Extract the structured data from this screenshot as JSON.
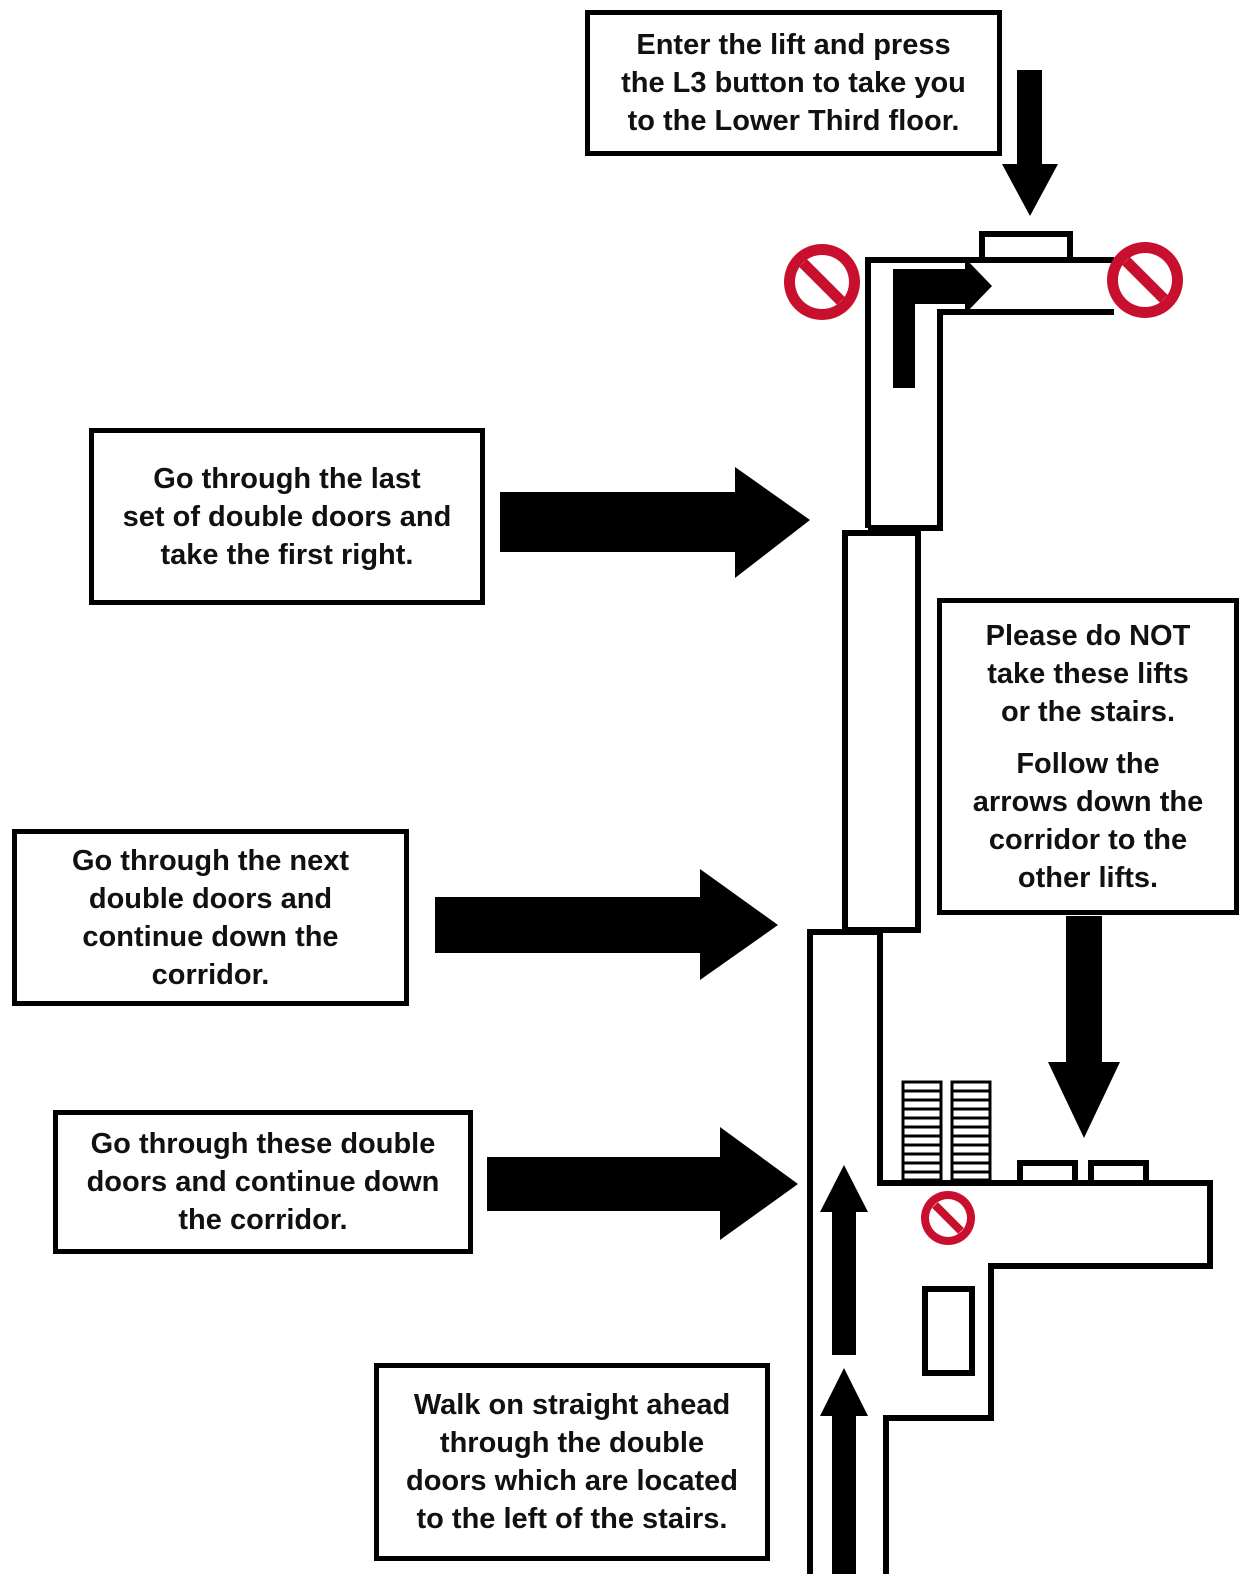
{
  "colors": {
    "line": "#000000",
    "background": "#ffffff",
    "no_entry": "#c8102e"
  },
  "instructions": {
    "lift_top": {
      "lines": [
        "Enter the lift and press",
        "the L3 button to take you",
        "to the Lower Third floor."
      ]
    },
    "last_double_doors": {
      "lines": [
        "Go through the last",
        "set of double doors and",
        "take the first right."
      ]
    },
    "next_double_doors": {
      "lines": [
        "Go through the next",
        "double doors and",
        "continue down the",
        "corridor."
      ]
    },
    "these_double_doors": {
      "lines": [
        "Go through these double",
        "doors and continue down",
        "the corridor."
      ]
    },
    "walk_ahead": {
      "lines": [
        "Walk on straight ahead",
        "through the double",
        "doors which are located",
        "to the left of the stairs."
      ]
    },
    "do_not_take": {
      "warning_lines": [
        "Please do NOT",
        "take these lifts",
        "or the stairs."
      ],
      "follow_lines": [
        "Follow the",
        "arrows down the",
        "corridor to the",
        "other lifts."
      ]
    }
  },
  "icons": {
    "no_entry": "no-entry-icon",
    "stairs": "stairs-icon",
    "lift": "lift-icon",
    "arrow": "arrow-icon"
  }
}
